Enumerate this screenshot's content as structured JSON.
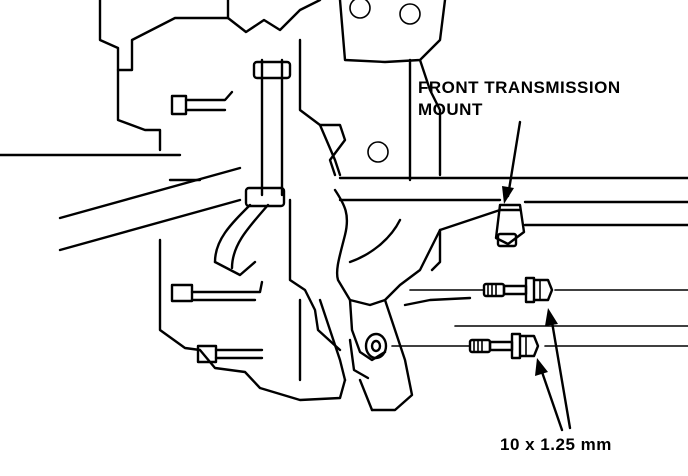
{
  "labels": {
    "mount_line1": "FRONT TRANSMISSION",
    "mount_line2": "MOUNT",
    "bolt_spec": "10 x 1.25 mm"
  }
}
